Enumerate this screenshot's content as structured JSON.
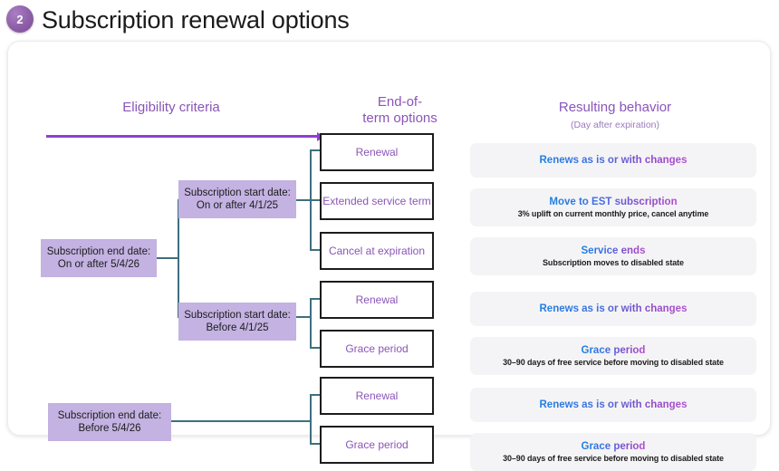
{
  "header": {
    "step_number": "2",
    "title": "Subscription renewal options"
  },
  "columns": {
    "eligibility": "Eligibility criteria",
    "end_of_term": "End-of-\nterm options",
    "end_of_term_line1": "End-of-",
    "end_of_term_line2": "term options",
    "behavior": "Resulting behavior",
    "behavior_sub": "(Day after expiration)"
  },
  "criteria": [
    {
      "line1": "Subscription start date:",
      "line2": "On or after 4/1/25"
    },
    {
      "line1": "Subscription end date:",
      "line2": "On or after 5/4/26"
    },
    {
      "line1": "Subscription start date:",
      "line2": "Before 4/1/25"
    },
    {
      "line1": "Subscription end date:",
      "line2": "Before 5/4/26"
    }
  ],
  "options": [
    {
      "label": "Renewal"
    },
    {
      "label": "Extended service term"
    },
    {
      "label": "Cancel at expiration"
    },
    {
      "label": "Renewal"
    },
    {
      "label": "Grace period"
    },
    {
      "label": "Renewal"
    },
    {
      "label": "Grace period"
    }
  ],
  "behaviors": [
    {
      "title": "Renews as is or with changes",
      "desc": ""
    },
    {
      "title": "Move to EST subscription",
      "desc": "3% uplift on current monthly price, cancel anytime"
    },
    {
      "title": "Service ends",
      "desc": "Subscription moves to disabled state"
    },
    {
      "title": "Renews as is or with changes",
      "desc": ""
    },
    {
      "title": "Grace period",
      "desc": "30–90 days of free service before moving to disabled state"
    },
    {
      "title": "Renews as is or with changes",
      "desc": ""
    },
    {
      "title": "Grace period",
      "desc": "30–90 days of free service before moving to disabled state"
    }
  ],
  "colors": {
    "accent_purple": "#8a55b8",
    "arrow_purple": "#8d3fd1",
    "criteria_fill": "#c3b2e2",
    "connector": "#3f6f80",
    "card_bg": "#f4f4f6",
    "option_border": "#1c1c1c"
  }
}
